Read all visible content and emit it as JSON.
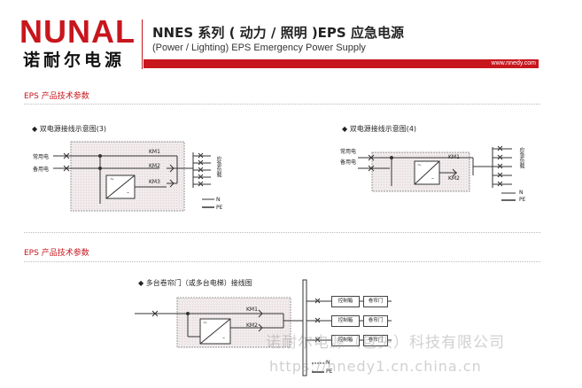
{
  "header": {
    "logo_en": "NUNAL",
    "logo_cn": "诺耐尔电源",
    "title_cn": "NNES 系列 ( 动力 / 照明 )EPS 应急电源",
    "title_en": "(Power / Lighting) EPS Emergency Power Supply",
    "website": "www.nnedy.com"
  },
  "section1": {
    "title": "EPS 产品技术参数",
    "diagram3": {
      "caption": "◆ 双电源接线示意图(3)",
      "normal_power": "常用电",
      "backup_power": "备用电",
      "km1": "KM1",
      "km2": "KM2",
      "km3": "KM3",
      "load": "应急负载",
      "n": "N",
      "pe": "PE",
      "tilde": "~",
      "dash": "–"
    },
    "diagram4": {
      "caption": "◆ 双电源接线示意图(4)",
      "normal_power": "常用电",
      "backup_power": "备用电",
      "km1": "KM1",
      "km2": "KM2",
      "load": "应急负载",
      "n": "N",
      "pe": "PE",
      "tilde": "~",
      "dash": "–"
    }
  },
  "section2": {
    "title": "EPS 产品技术参数",
    "diagram": {
      "caption": "◆ 多台卷帘门（或多台电梯）接线图",
      "km1": "KM1",
      "km2": "KM2",
      "tilde": "~",
      "dash": "–",
      "controller": "控制箱",
      "shutter": "卷帘门",
      "n": "N",
      "pe": "PE"
    }
  },
  "watermark": {
    "line1": "诺耐尔电源（包头）科技有限公司",
    "line2": "https://nnedy1.cn.china.cn"
  },
  "colors": {
    "brand_red": "#c8161d"
  }
}
